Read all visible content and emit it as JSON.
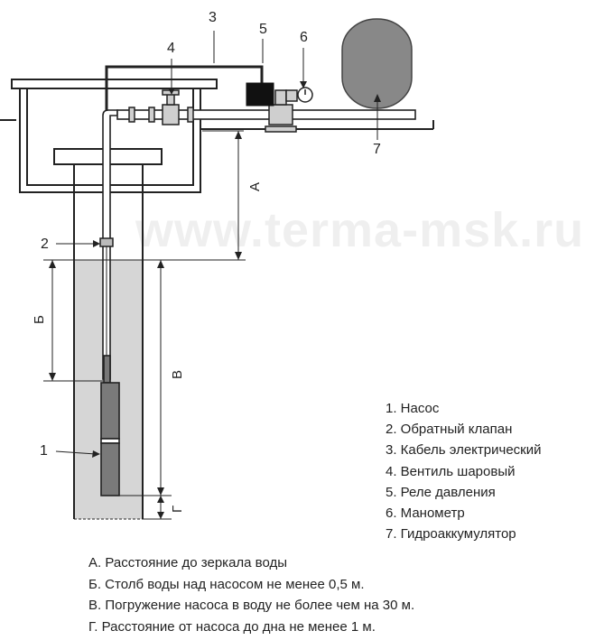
{
  "watermark": "www.terma-msk.ru",
  "callouts": {
    "c1": "1",
    "c2": "2",
    "c3": "3",
    "c4": "4",
    "c5": "5",
    "c6": "6",
    "c7": "7"
  },
  "dimension_labels": {
    "a": "А",
    "b": "Б",
    "v": "В",
    "g": "Г"
  },
  "legend": [
    "1. Насос",
    "2. Обратный клапан",
    "3. Кабель электрический",
    "4. Вентиль шаровый",
    "5. Реле давления",
    "6. Манометр",
    "7. Гидроаккумулятор"
  ],
  "dimension_notes": [
    "А. Расстояние до зеркала воды",
    "Б. Столб воды над насосом не менее 0,5 м.",
    "В. Погружение насоса в воду не более чем на 30 м.",
    "Г. Расстояние от насоса до дна не менее 1 м."
  ],
  "colors": {
    "line": "#222222",
    "water": "#d6d6d6",
    "tank": "#888888",
    "pipe": "#ffffff",
    "relay": "#111111"
  }
}
